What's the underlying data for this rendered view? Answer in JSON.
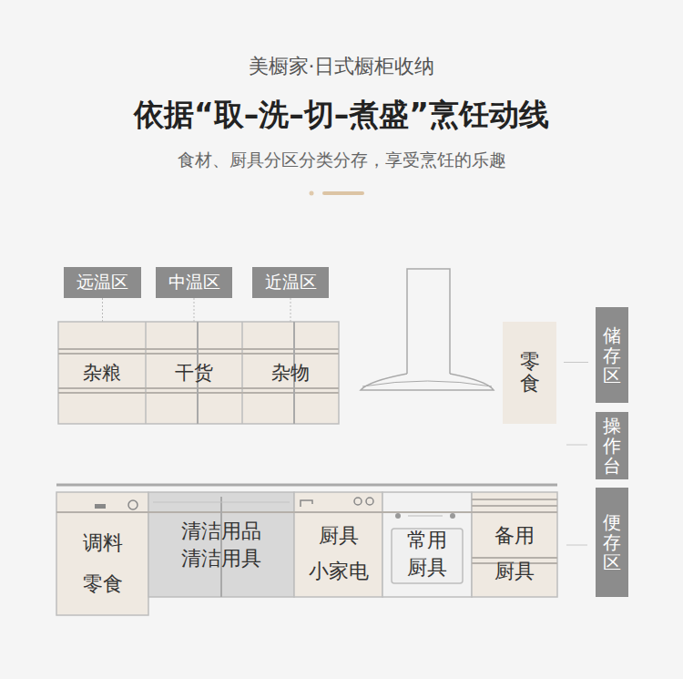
{
  "diagram": {
    "title": "依据“取–洗–切–煮盛”烹饪动线",
    "caption": "食材、厨具分区分类分存，享受烹饪的乐趣",
    "nodes": [
      {
        "text": [
          "远温区"
        ]
      },
      {
        "text": [
          "中温区"
        ]
      },
      {
        "text": [
          "近温区"
        ]
      },
      {
        "text": [
          "杂粮"
        ]
      },
      {
        "text": [
          "干货"
        ]
      },
      {
        "text": [
          "杂物"
        ]
      },
      {
        "text": [
          "零食"
        ]
      },
      {
        "text": [
          "储存区"
        ]
      },
      {
        "text": [
          "操作台"
        ]
      },
      {
        "text": [
          "便存区"
        ]
      },
      {
        "text": [
          "调料",
          "零食"
        ]
      },
      {
        "text": [
          "清洁用品",
          "清洁用具"
        ]
      },
      {
        "text": [
          "厨具",
          "小家电"
        ]
      },
      {
        "text": [
          "常用",
          "厨具"
        ]
      },
      {
        "text": [
          "备用",
          "厨具"
        ]
      }
    ],
    "edges": [
      {
        "from": 0,
        "to": 3,
        "arrow": "none"
      },
      {
        "from": 1,
        "to": 4,
        "arrow": "none"
      },
      {
        "from": 2,
        "to": 5,
        "arrow": "none"
      },
      {
        "from": 7,
        "to": 6,
        "arrow": "none"
      }
    ],
    "labels": [
      "美橱家·日式橱柜收纳"
    ]
  }
}
